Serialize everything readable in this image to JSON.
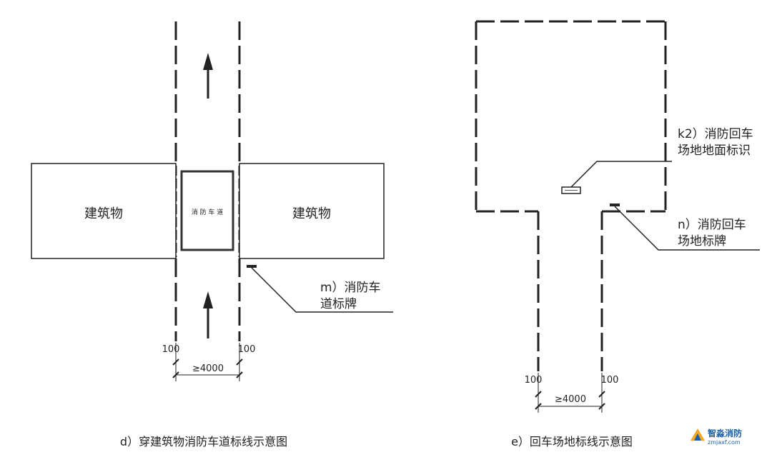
{
  "left_diagram": {
    "building_left": "建筑物",
    "building_right": "建筑物",
    "lane_label": "消 防 车 道",
    "callout_line1": "m）消防车",
    "callout_line2": "道标牌",
    "dim_left": "100",
    "dim_right": "100",
    "dim_width": "≥4000",
    "caption": "d）穿建筑物消防车道标线示意图"
  },
  "right_diagram": {
    "callout_k2_line1": "k2）消防回车",
    "callout_k2_line2": "场地地面标识",
    "callout_n_line1": "n）消防回车",
    "callout_n_line2": "场地标牌",
    "dim_left": "100",
    "dim_right": "100",
    "dim_width": "≥4000",
    "caption": "e）回车场地标线示意图"
  },
  "watermark": {
    "name": "智淼消防",
    "url": "zmjaxf.com"
  }
}
